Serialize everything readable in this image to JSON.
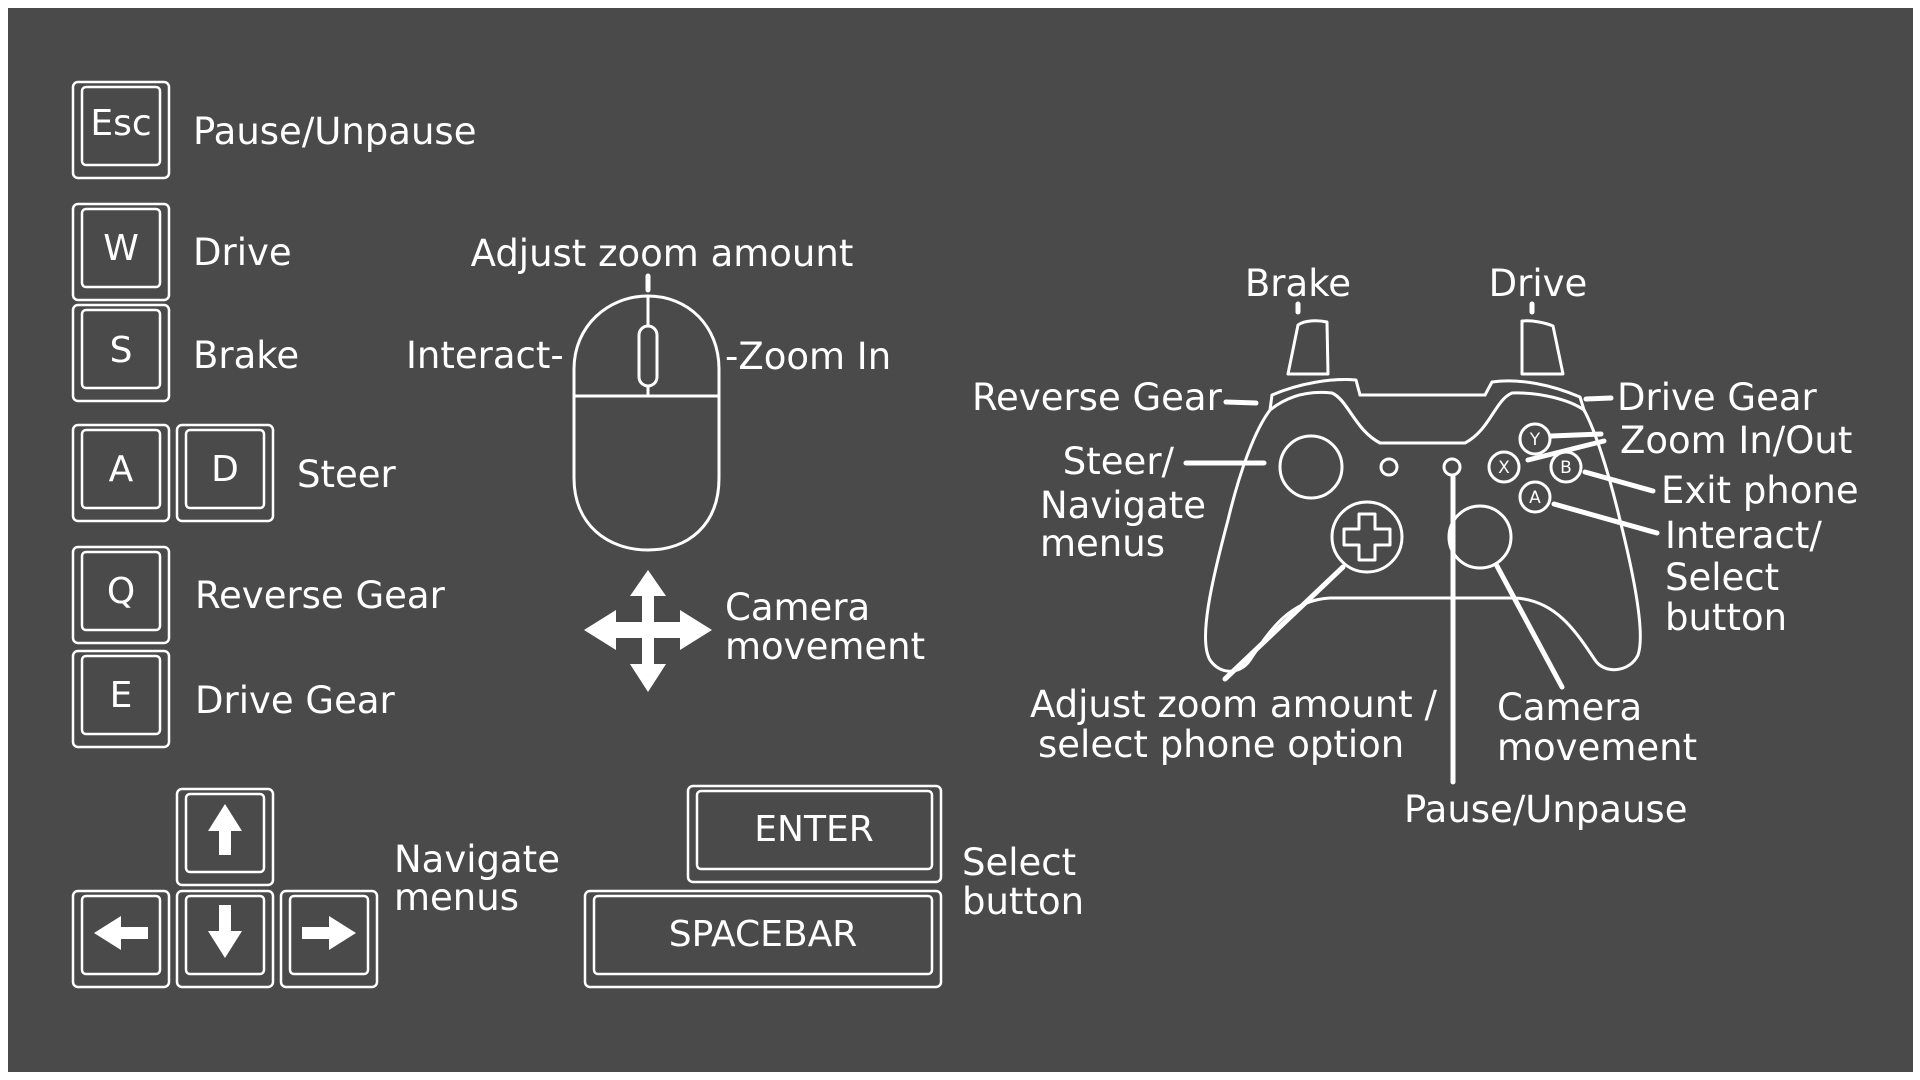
{
  "keyboard": {
    "esc": {
      "key": "Esc",
      "action": "Pause/Unpause"
    },
    "w": {
      "key": "W",
      "action": "Drive"
    },
    "s": {
      "key": "S",
      "action": "Brake"
    },
    "a": {
      "key": "A"
    },
    "d": {
      "key": "D"
    },
    "ad_action": "Steer",
    "q": {
      "key": "Q",
      "action": "Reverse Gear"
    },
    "e": {
      "key": "E",
      "action": "Drive Gear"
    },
    "arrows": {
      "icons": [
        "arrow-up-icon",
        "arrow-left-icon",
        "arrow-down-icon",
        "arrow-right-icon"
      ],
      "action_line1": "Navigate",
      "action_line2": "menus"
    },
    "enter": {
      "key": "ENTER"
    },
    "spacebar": {
      "key": "SPACEBAR"
    },
    "select": {
      "line1": "Select",
      "line2": "button"
    }
  },
  "mouse": {
    "scroll_label": "Adjust zoom amount",
    "left_label": "Interact-",
    "right_label": "-Zoom In",
    "camera_line1": "Camera",
    "camera_line2": "movement"
  },
  "controller": {
    "left_trigger": "Brake",
    "right_trigger": "Drive",
    "left_bumper": "Reverse Gear",
    "right_bumper": "Drive Gear",
    "y_button": "Zoom In/Out",
    "b_button": "Exit phone",
    "a_line1": "Interact/",
    "a_line2": "Select",
    "a_line3": "button",
    "left_stick_line1": "Steer/",
    "left_stick_line2": "Navigate",
    "left_stick_line3": "menus",
    "dpad_line1": "Adjust zoom amount /",
    "dpad_line2": "select phone option",
    "right_stick_line1": "Camera",
    "right_stick_line2": "movement",
    "menu_button": "Pause/Unpause",
    "face_buttons": {
      "y": "Y",
      "x": "X",
      "b": "B",
      "a": "A"
    }
  },
  "colors": {
    "background": "#4a4a4a",
    "foreground": "#ffffff"
  }
}
